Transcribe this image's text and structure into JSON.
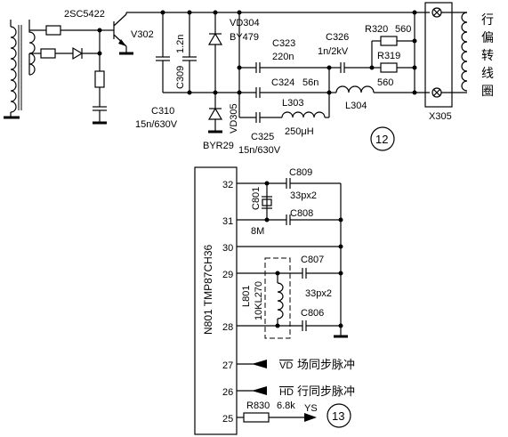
{
  "top": {
    "transistor_type": "2SC5422",
    "transistor_ref": "V302",
    "diode1_ref": "VD304",
    "diode1_type": "BY479",
    "c309": "C309",
    "c309_val": "1.2n",
    "c310": "C310",
    "c310_val": "15n/630V",
    "vd305": "VD305",
    "byr29": "BYR29",
    "c323": "C323",
    "c323_val": "220n",
    "c324": "C324",
    "c324_val": "56n",
    "c326": "C326",
    "c326_val": "1n/2kV",
    "r320": "R320",
    "r320_val": "560",
    "r319": "R319",
    "r319_val": "560",
    "l303": "L303",
    "l303_val": "250μH",
    "l304": "L304",
    "c325": "C325",
    "c325_val": "15n/630V",
    "x305": "X305",
    "yoke_label": [
      "行",
      "偏",
      "转",
      "线",
      "圈"
    ],
    "circle_num": "12"
  },
  "bottom": {
    "ic_label": "N801  TMP87CH36",
    "pins": [
      "32",
      "31",
      "30",
      "29",
      "28",
      "27",
      "26",
      "25"
    ],
    "c809": "C809",
    "c801": "C801",
    "c801_val": "8M",
    "c809_val": "33px2",
    "c808": "C808",
    "c807": "C807",
    "l801": "L801",
    "l801_val": "10KL270",
    "c807_val": "33px2",
    "c806": "C806",
    "vd_sig": "VD",
    "vd_text": "场同步脉冲",
    "hd_sig": "HD",
    "hd_text": "行同步脉冲",
    "r830": "R830",
    "r830_val": "6.8k",
    "ys": "YS",
    "circle_num": "13"
  }
}
